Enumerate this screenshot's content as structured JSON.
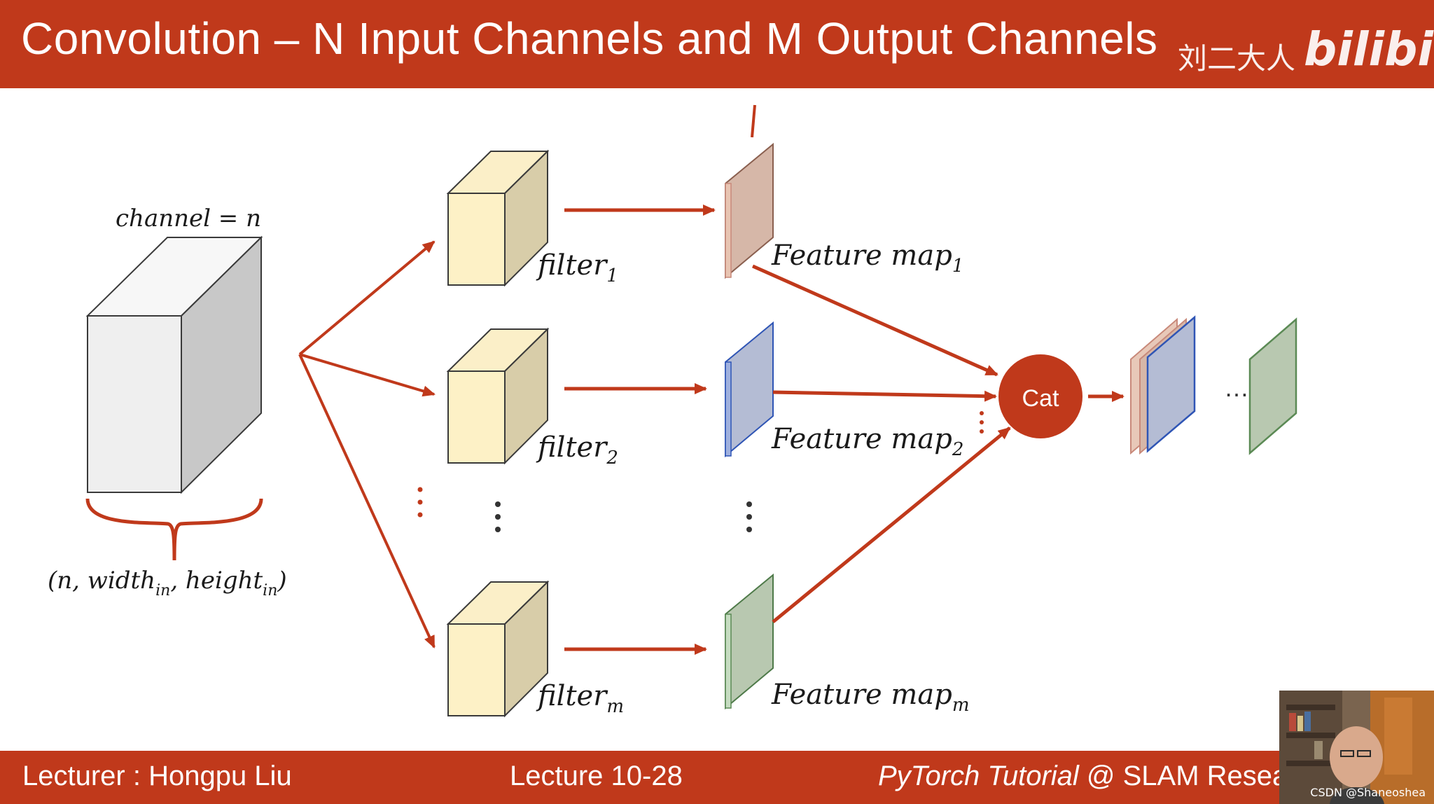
{
  "slide": {
    "title": "Convolution – N Input Channels and M Output Channels",
    "watermark_cn": "刘二大人",
    "watermark_logo": "bilibili"
  },
  "diagram": {
    "input": {
      "channel_label": "channel = n",
      "shape_label_parts": {
        "open": "(n, width",
        "sub1": "in",
        "mid": ", height",
        "sub2": "in",
        "close": ")"
      }
    },
    "filters": [
      {
        "base": "filter",
        "sub": "1"
      },
      {
        "base": "filter",
        "sub": "2"
      },
      {
        "base": "filter",
        "sub": "m"
      }
    ],
    "feature_maps": [
      {
        "base": "Feature map",
        "sub": "1",
        "color": "#d6b7a8",
        "edge": "#c8897a"
      },
      {
        "base": "Feature map",
        "sub": "2",
        "color": "#b4bcd4",
        "edge": "#2f55b5"
      },
      {
        "base": "Feature map",
        "sub": "m",
        "color": "#b8c8b0",
        "edge": "#5b8a55"
      }
    ],
    "cat_label": "Cat",
    "ellipsis_h": "…"
  },
  "footer": {
    "lecturer": "Lecturer : Hongpu Liu",
    "lecture": "Lecture 10-28",
    "course_italic": "PyTorch Tutorial",
    "course_rest": " @ SLAM Resea"
  },
  "overlay": {
    "csdn": "CSDN @Shaneoshea"
  },
  "colors": {
    "accent": "#c0391b",
    "cube_front": "#fdf1c6",
    "cube_side": "#d8cda9",
    "input_front": "#efefef",
    "input_side": "#c8c8c8"
  }
}
